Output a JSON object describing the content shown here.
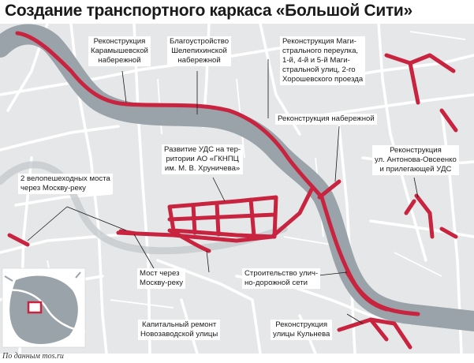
{
  "title": "Создание транспортного каркаса «Большой Сити»",
  "source": "По данным mos.ru",
  "colors": {
    "route": "#c8233f",
    "river": "#9aa3a9",
    "land": "#e6e7e8",
    "road": "#ffffff"
  },
  "labels": {
    "karamyshevskaya": "Реконструкция\nКарамышевской\nнабережной",
    "shelepikhinskaya": "Благоустройство\nШелепихинской\nнабережной",
    "magistralny": "Реконструкция Маги-\nстрального переулка,\n1-й, 4-й и 5-й Маги-\nстральной улиц, 2-го\nХорошевского проезда",
    "naberezhnaya": "Реконструкция набережной",
    "khrunichev": "Развитие УДС на тер-\nритории АО «ГКНПЦ\nим. М. В. Хруничева»",
    "antonova": "Реконструкция\nул. Антонова-Овсеенко\nи прилегающей УДС",
    "bridges": "2 велопешеходных моста\nчерез Москву-реку",
    "bridge_river": "Мост через\nМоскву-реку",
    "street_network": "Строительство улич-\nно-дорожной сети",
    "novozavodskaya": "Капитальный ремонт\nНовозаводской улицы",
    "kulneva": "Реконструкция\nулицы Кульнева"
  },
  "inset_icon": "moscow-locator-map"
}
